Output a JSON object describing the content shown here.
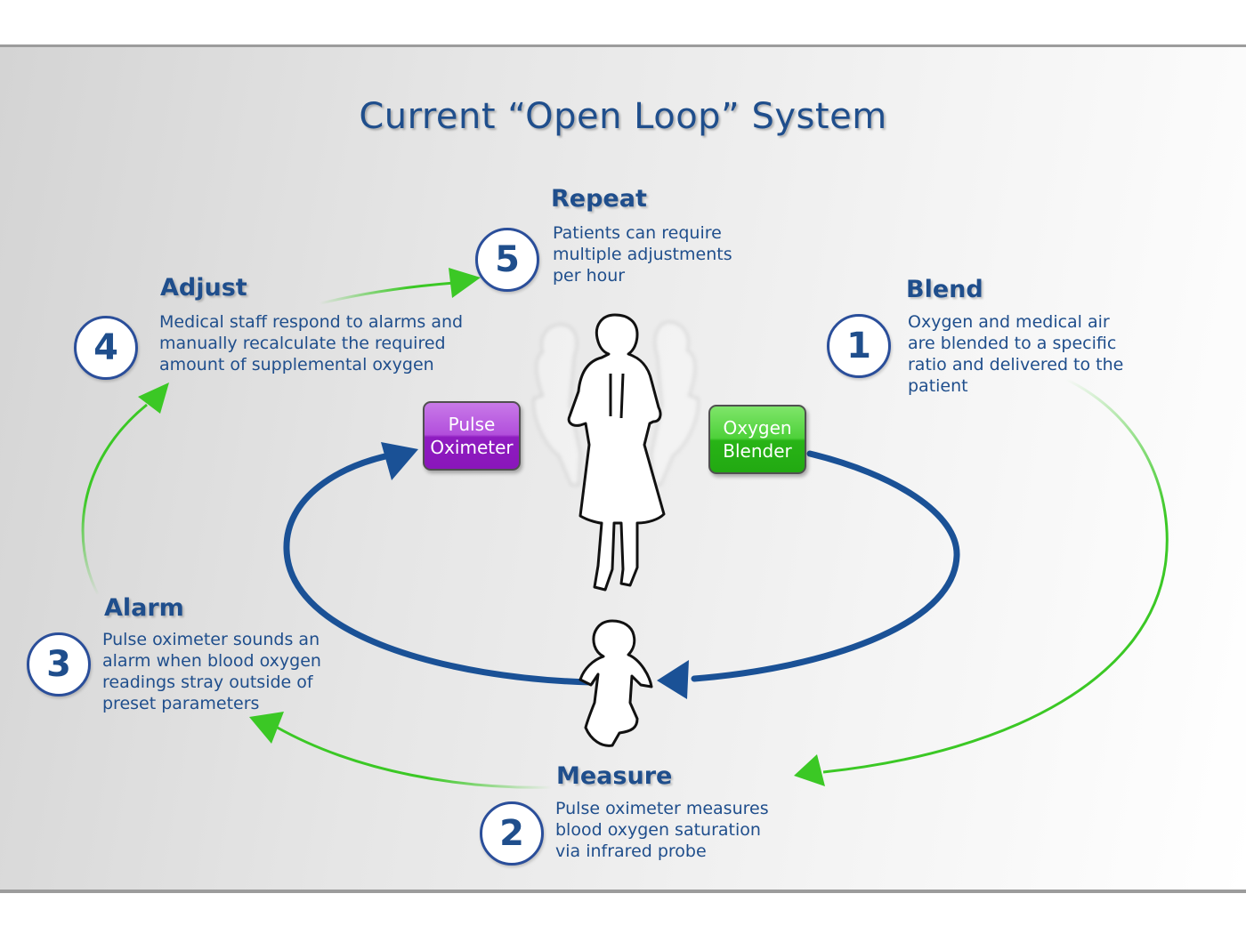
{
  "title": "Current “Open Loop” System",
  "steps": [
    {
      "number": "1",
      "title": "Blend",
      "desc": [
        "Oxygen and medical air",
        "are blended to a specific",
        "ratio and delivered to the",
        "patient"
      ]
    },
    {
      "number": "2",
      "title": "Measure",
      "desc": [
        "Pulse oximeter measures",
        "blood oxygen saturation",
        "via infrared probe"
      ]
    },
    {
      "number": "3",
      "title": "Alarm",
      "desc": [
        "Pulse oximeter sounds an",
        "alarm when blood oxygen",
        "readings stray outside of",
        "preset parameters"
      ]
    },
    {
      "number": "4",
      "title": "Adjust",
      "desc": [
        "Medical staff respond to alarms and",
        "manually recalculate the required",
        "amount of supplemental oxygen"
      ]
    },
    {
      "number": "5",
      "title": "Repeat",
      "desc": [
        "Patients can require",
        "multiple adjustments",
        "per hour"
      ]
    }
  ],
  "devices": {
    "pulse_oximeter": [
      "Pulse",
      "Oximeter"
    ],
    "oxygen_blender": [
      "Oxygen",
      "Blender"
    ]
  },
  "colors": {
    "title_text": "#1f4e8c",
    "loop_arrow": "#1a5196",
    "step_arrow": "#3bc825",
    "pulse_oximeter": "#b24fdc",
    "oxygen_blender": "#3fc22b"
  },
  "icons": [
    "nurse-silhouette-icon",
    "baby-silhouette-icon"
  ]
}
